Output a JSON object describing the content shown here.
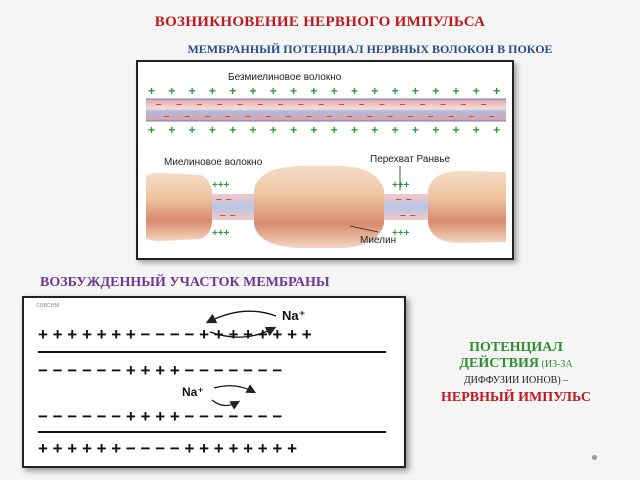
{
  "title": "ВОЗНИКНОВЕНИЕ НЕРВНОГО ИМПУЛЬСА",
  "subtitle": "МЕМБРАННЫЙ ПОТЕНЦИАЛ НЕРВНЫХ ВОЛОКОН В ПОКОЕ",
  "colors": {
    "title": "#c0161c",
    "subtitle": "#2a4a8c",
    "purple": "#6d3896",
    "green_label": "#2e8f2e",
    "red_label": "#c0161c",
    "plus_green": "#2b9a3c",
    "minus_red": "#d4462a"
  },
  "top_diagram": {
    "unmyelinated_label": "Безмиелиновое волокно",
    "myelinated_label": "Миелиновое волокно",
    "node_label": "Перехват Ранвье",
    "myelin_label": "Миелин",
    "plus_symbol": "+",
    "minus_symbol": "–",
    "node_plus_text": "+++"
  },
  "excited_label": "ВОЗБУЖДЕННЫЙ УЧАСТОК МЕМБРАНЫ",
  "faint_note": "совсем",
  "bottom_diagram": {
    "row1": "+ + + + + + +   − − − −   + + + + + + + +",
    "row2": "− − − − − −   + + + +   − − − − − − −",
    "row3": "− − − − − −   + + + +   − − − − − − −",
    "row4": "+ + + + + +   − − − −   + + + + + + + +",
    "ion_top": "Na⁺",
    "ion_mid": "Na⁺"
  },
  "right_text": {
    "line1": "ПОТЕНЦИАЛ",
    "line2_main": "ДЕЙСТВИЯ",
    "line2_paren": " (ИЗ-ЗА",
    "line3": "ДИФФУЗИИ ИОНОВ) –",
    "line4": "НЕРВНЫЙ ИМПУЛЬС"
  }
}
